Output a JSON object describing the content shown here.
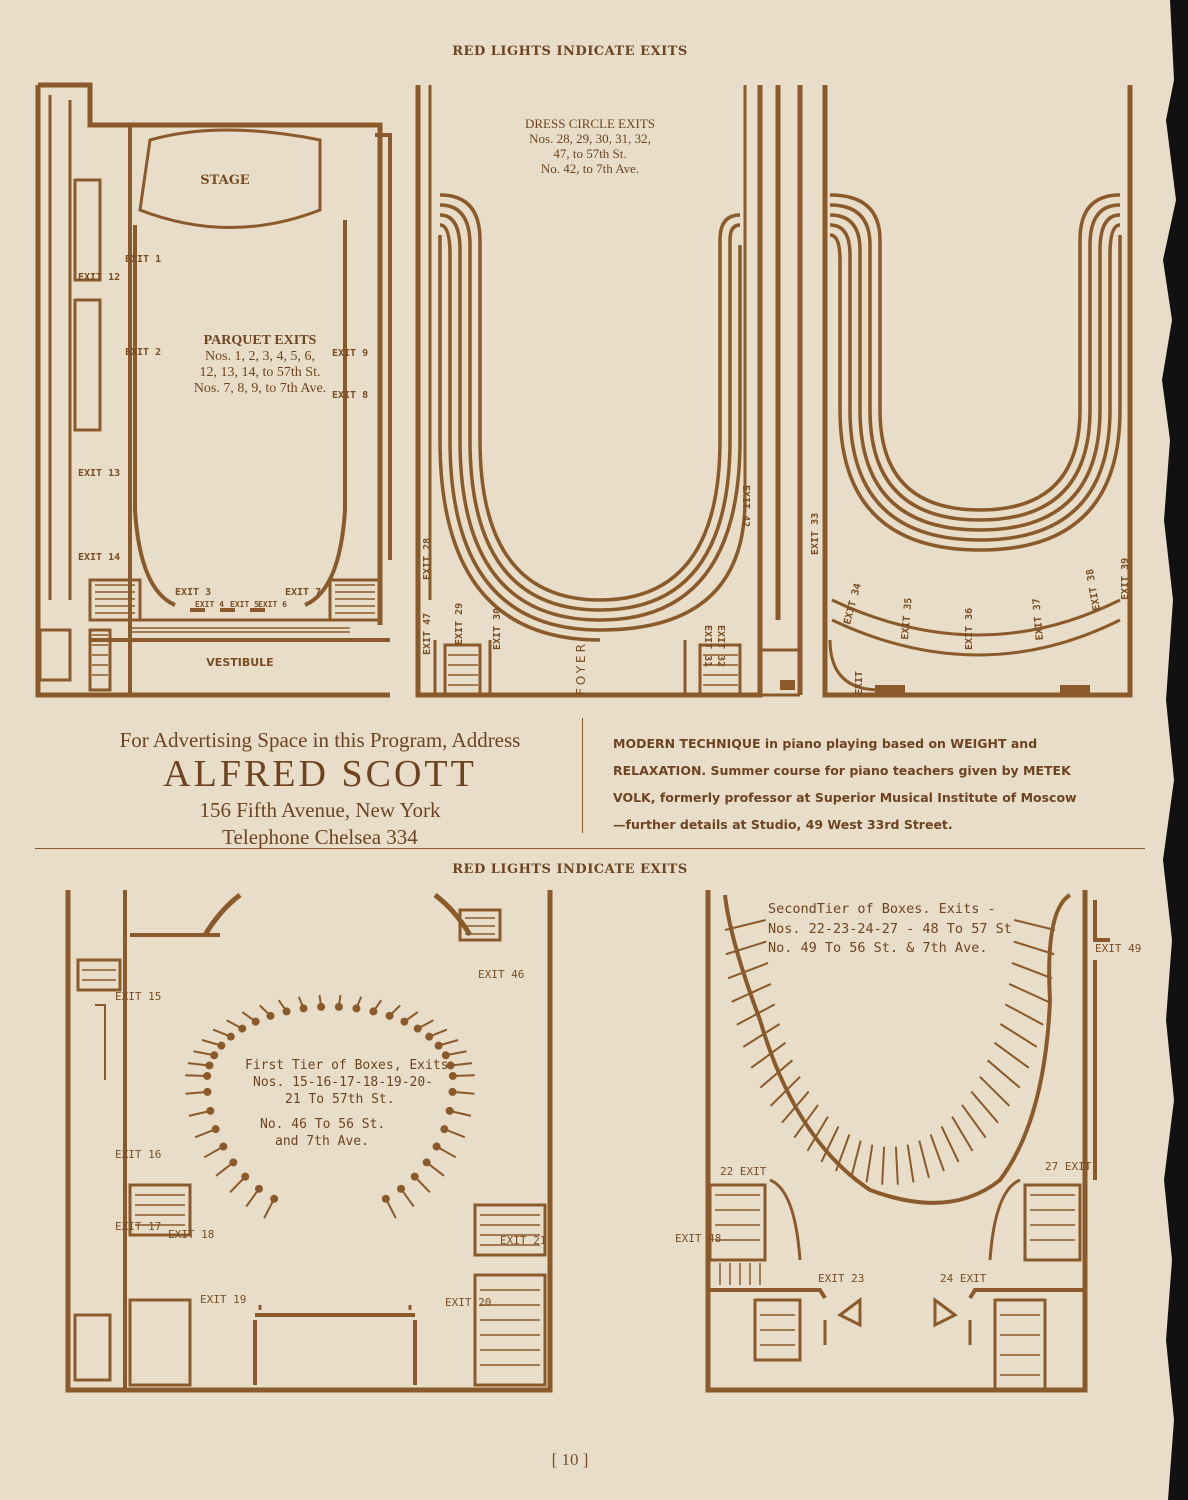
{
  "header_top": "RED LIGHTS INDICATE EXITS",
  "header_bottom": "RED LIGHTS INDICATE EXITS",
  "parquet": {
    "stage": "STAGE",
    "vestibule": "VESTIBULE",
    "title": "PARQUET EXITS",
    "lines": [
      "Nos. 1, 2, 3, 4, 5, 6,",
      "12, 13, 14, to 57th St.",
      "Nos. 7, 8, 9, to 7th Ave."
    ],
    "exits": [
      "EXIT 1",
      "EXIT 2",
      "EXIT 3",
      "EXIT 4",
      "EXIT 5",
      "EXIT 6",
      "EXIT 7",
      "EXIT 8",
      "EXIT 9",
      "EXIT 12",
      "EXIT 13",
      "EXIT 14"
    ]
  },
  "dress_circle": {
    "title": "DRESS CIRCLE EXITS",
    "lines": [
      "Nos. 28, 29, 30, 31, 32,",
      "47, to 57th St.",
      "No. 42, to 7th Ave."
    ],
    "foyer": "FOYER",
    "exits": [
      "EXIT 28",
      "EXIT 47",
      "EXIT 29",
      "EXIT 30",
      "EXIT 31",
      "EXIT 32",
      "EXIT 42"
    ]
  },
  "balcony": {
    "exits": [
      "EXIT 33",
      "EXIT 34",
      "EXIT 35",
      "EXIT 36",
      "EXIT 37",
      "EXIT 38",
      "EXIT 39",
      "EXIT"
    ]
  },
  "ad_left": {
    "line1": "For Advertising Space in this Program, Address",
    "name": "ALFRED SCOTT",
    "address": "156 Fifth Avenue, New York",
    "phone": "Telephone Chelsea 334"
  },
  "ad_right": {
    "lines": [
      "MODERN TECHNIQUE in piano playing based on WEIGHT and",
      "RELAXATION. Summer course for piano teachers given by METEK",
      "VOLK, formerly professor at Superior Musical Institute of Moscow",
      "—further details at Studio, 49 West 33rd Street."
    ]
  },
  "first_tier": {
    "lines": [
      "First Tier of Boxes, Exits",
      "Nos. 15-16-17-18-19-20-",
      "21 To 57th St.",
      "No. 46 To 56 St.",
      "and 7th Ave."
    ],
    "exits": [
      "EXIT 15",
      "EXIT 16",
      "EXIT 17",
      "EXIT 18",
      "EXIT 19",
      "EXIT 20",
      "EXIT 21",
      "EXIT 46"
    ]
  },
  "second_tier": {
    "lines": [
      "SecondTier of Boxes. Exits -",
      "Nos. 22-23-24-27 - 48 To 57 St",
      "No. 49 To 56 St. & 7th Ave."
    ],
    "exits": [
      "EXIT 49",
      "22 EXIT",
      "27 EXIT",
      "EXIT 48",
      "EXIT 23",
      "24 EXIT"
    ]
  },
  "page_number": "[ 10 ]"
}
